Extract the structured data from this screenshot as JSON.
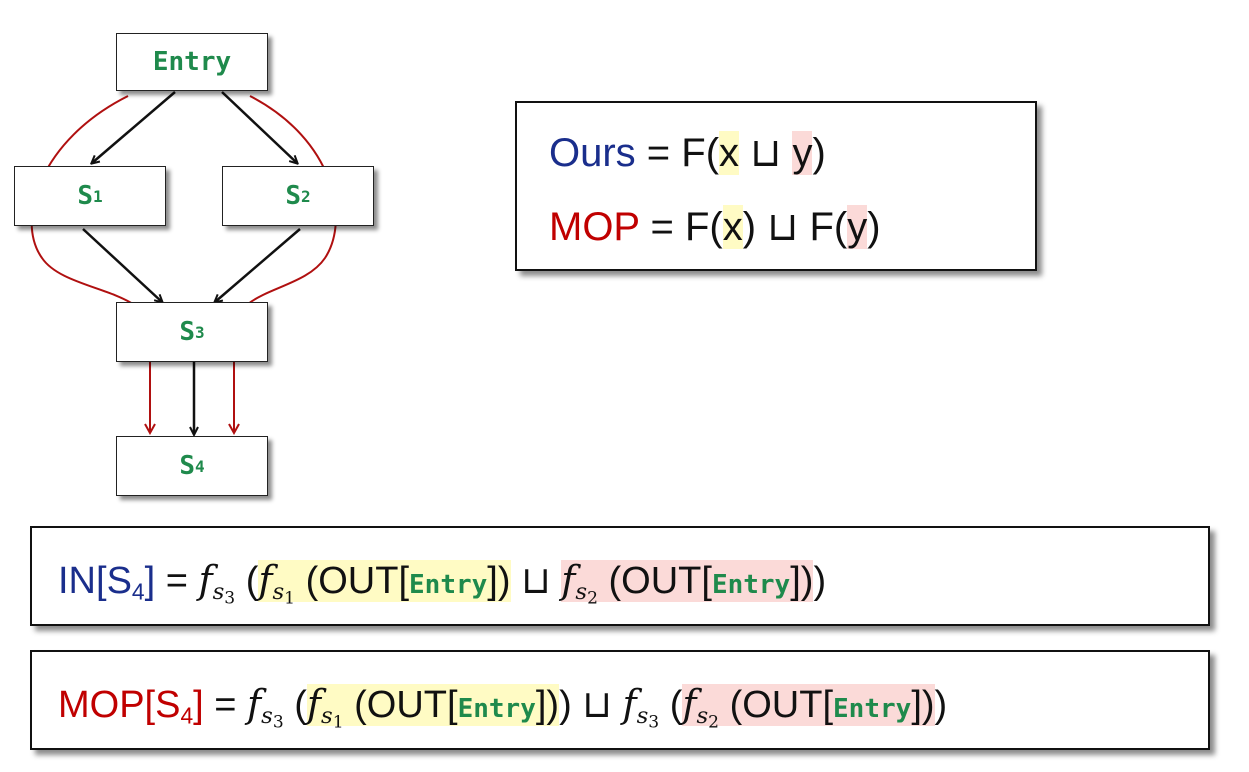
{
  "cfg": {
    "nodes": [
      {
        "label": "Entry",
        "sub": ""
      },
      {
        "label": "S",
        "sub": "1"
      },
      {
        "label": "S",
        "sub": "2"
      },
      {
        "label": "S",
        "sub": "3"
      },
      {
        "label": "S",
        "sub": "4"
      }
    ],
    "colors": {
      "node_text": "#1f8a4c",
      "edge": "#111111",
      "path": "#b01010"
    }
  },
  "comparison": {
    "ours_label": "Ours",
    "mop_label": "MOP",
    "eq": " = F(",
    "eq2": ") ⊔ F(",
    "close": ")",
    "join": " ⊔ ",
    "x": "x",
    "y": "y"
  },
  "in_eq": {
    "lhs_name": "IN[",
    "lhs_s": "S",
    "lhs_sub": "4",
    "lhs_close": "]",
    "equals": " = ",
    "f": "f",
    "s": "s",
    "sub1": "1",
    "sub2": "2",
    "sub3": "3",
    "open": "(",
    "out_open": "(OUT[",
    "entry": "Entry",
    "out_close": "])",
    "join": " ⊔ ",
    "final_close": ")"
  },
  "mop_eq": {
    "lhs_name": "MOP[",
    "lhs_s": "S",
    "lhs_sub": "4",
    "lhs_close": "]",
    "close2": ")"
  },
  "colors": {
    "blue": "#1a2e8c",
    "red": "#c00000",
    "highlight_yellow": "#fffbc4",
    "highlight_pink": "#fbdad8"
  }
}
